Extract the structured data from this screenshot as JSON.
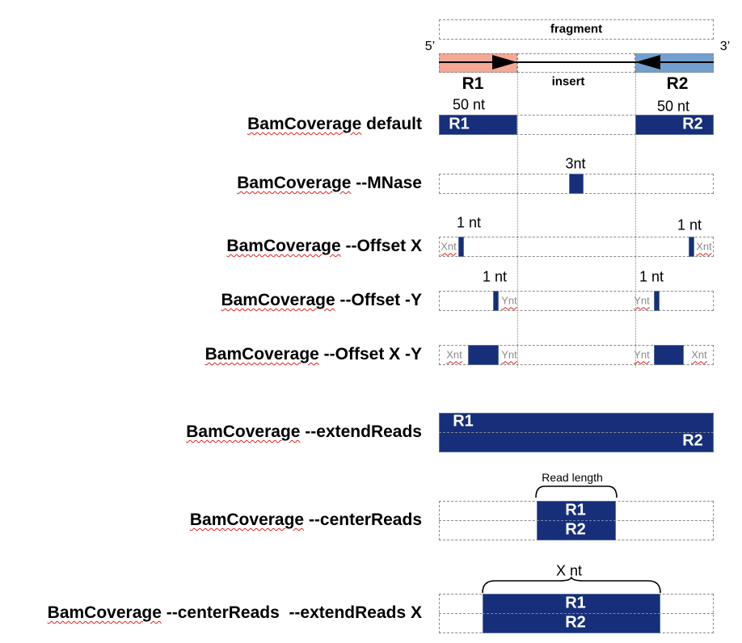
{
  "header": {
    "fragment": "fragment",
    "five_prime": "5’",
    "three_prime": "3’",
    "r1": "R1",
    "r2": "R2",
    "insert": "insert",
    "r1_len": "50 nt",
    "r2_len": "50 nt"
  },
  "colors": {
    "r1_read": "#f4a896",
    "r2_read": "#729fcf",
    "coverage": "#172f7a"
  },
  "rows": [
    {
      "prefix": "BamCoverage",
      "suffix": " default",
      "bar_labels": [
        "R1",
        "R2"
      ]
    },
    {
      "prefix": "BamCoverage",
      "suffix": " --MNase",
      "size_label": "3nt"
    },
    {
      "prefix": "BamCoverage",
      "suffix": " --Offset X",
      "size_labels": [
        "1 nt",
        "1 nt"
      ],
      "offsets": [
        "Xnt",
        "Xnt"
      ]
    },
    {
      "prefix": "BamCoverage",
      "suffix": " --Offset -Y",
      "size_labels": [
        "1 nt",
        "1 nt"
      ],
      "offsets": [
        "Ynt",
        "Ynt"
      ]
    },
    {
      "prefix": "BamCoverage",
      "suffix": " --Offset X -Y",
      "offsets": [
        "Xnt",
        "Ynt",
        "Ynt",
        "Xnt"
      ]
    },
    {
      "prefix": "BamCoverage",
      "suffix": " --extendReads",
      "bar_labels": [
        "R1",
        "R2"
      ]
    },
    {
      "prefix": "BamCoverage",
      "suffix": " --centerReads",
      "bar_labels": [
        "R1",
        "R2"
      ],
      "brace_label": "Read length"
    },
    {
      "prefix": "BamCoverage",
      "suffix": " --centerReads  --extendReads X",
      "bar_labels": [
        "R1",
        "R2"
      ],
      "brace_label": "X nt"
    }
  ]
}
